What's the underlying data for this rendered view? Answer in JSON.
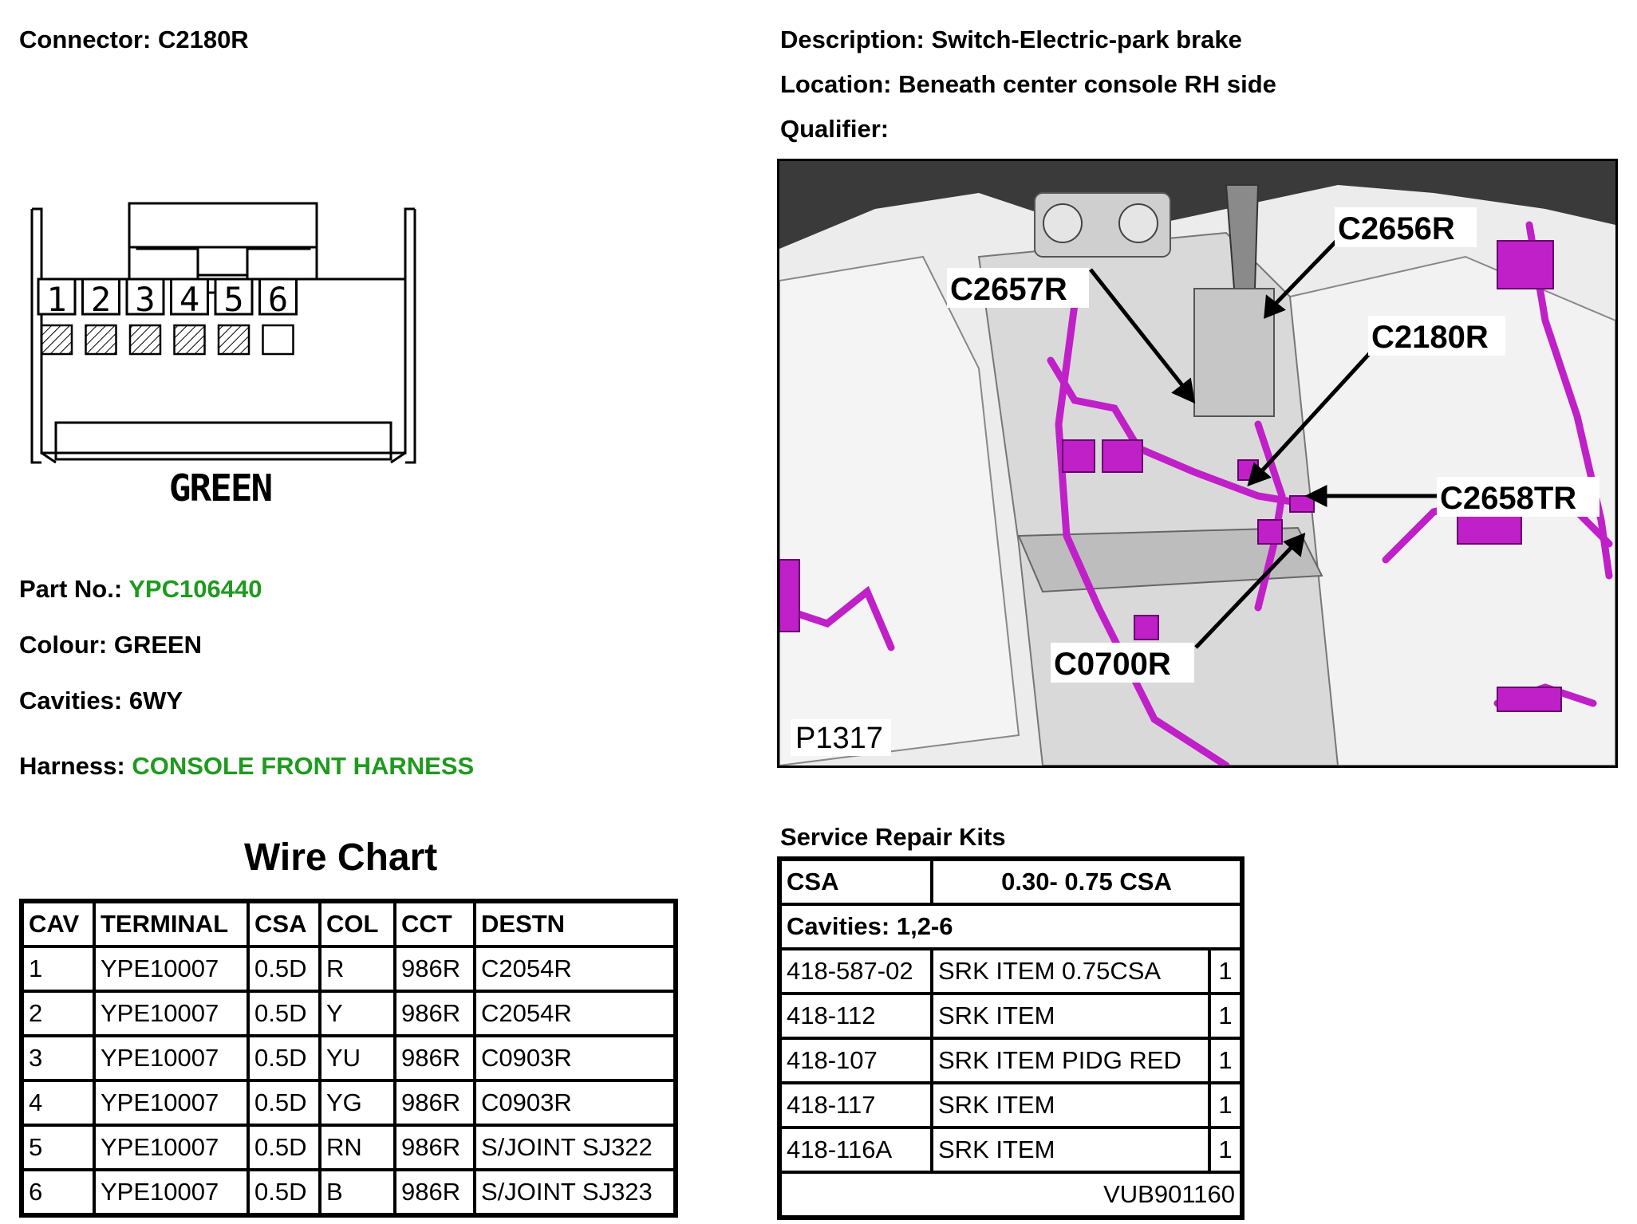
{
  "header": {
    "connector_label": "Connector:",
    "connector_value": "C2180R",
    "description_label": "Description:",
    "description_value": "Switch-Electric-park brake",
    "location_label": "Location:",
    "location_value": "Beneath center console RH side",
    "qualifier_label": "Qualifier:"
  },
  "connector_diagram": {
    "pins": [
      "1",
      "2",
      "3",
      "4",
      "5",
      "6"
    ],
    "populated": [
      true,
      true,
      true,
      true,
      true,
      false
    ],
    "color_text": "GREEN"
  },
  "info": {
    "part_label": "Part No.:",
    "part_value": "YPC106440",
    "colour_label": "Colour:",
    "colour_value": "GREEN",
    "cavities_label": "Cavities:",
    "cavities_value": "6WY",
    "harness_label": "Harness:",
    "harness_value": "CONSOLE FRONT HARNESS",
    "accent_green": "#1e9a1e"
  },
  "photo": {
    "callouts": [
      "C2656R",
      "C2657R",
      "C2180R",
      "C2658TR",
      "C0700R"
    ],
    "ref": "P1317",
    "harness_color": "#c020c8"
  },
  "wire_chart": {
    "title": "Wire Chart",
    "headers": [
      "CAV",
      "TERMINAL",
      "CSA",
      "COL",
      "CCT",
      "DESTN"
    ],
    "rows": [
      [
        "1",
        "YPE10007",
        "0.5D",
        "R",
        "986R",
        "C2054R"
      ],
      [
        "2",
        "YPE10007",
        "0.5D",
        "Y",
        "986R",
        "C2054R"
      ],
      [
        "3",
        "YPE10007",
        "0.5D",
        "YU",
        "986R",
        "C0903R"
      ],
      [
        "4",
        "YPE10007",
        "0.5D",
        "YG",
        "986R",
        "C0903R"
      ],
      [
        "5",
        "YPE10007",
        "0.5D",
        "RN",
        "986R",
        "S/JOINT SJ322"
      ],
      [
        "6",
        "YPE10007",
        "0.5D",
        "B",
        "986R",
        "S/JOINT SJ323"
      ]
    ]
  },
  "srk": {
    "title": "Service Repair Kits",
    "csa_label": "CSA",
    "csa_value": "0.30- 0.75 CSA",
    "cavities": "Cavities: 1,2-6",
    "rows": [
      [
        "418-587-02",
        "SRK ITEM 0.75CSA",
        "1"
      ],
      [
        "418-112",
        "SRK ITEM",
        "1"
      ],
      [
        "418-107",
        "SRK ITEM PIDG RED",
        "1"
      ],
      [
        "418-117",
        "SRK ITEM",
        "1"
      ],
      [
        "418-116A",
        "SRK ITEM",
        "1"
      ]
    ],
    "footer": "VUB901160"
  }
}
